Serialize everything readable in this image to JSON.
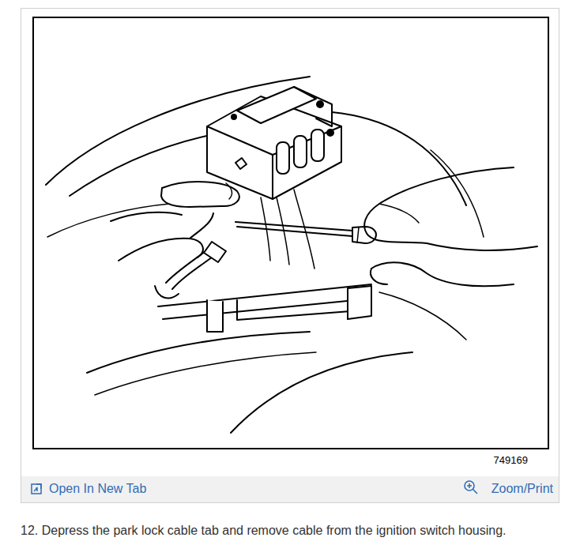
{
  "diagram": {
    "caption": "12. Depress the park lock cable tab and remove cable from the ignition switch housing.",
    "labels": [
      "749169",
      "Open In New Tab",
      "Zoom/Print"
    ]
  }
}
